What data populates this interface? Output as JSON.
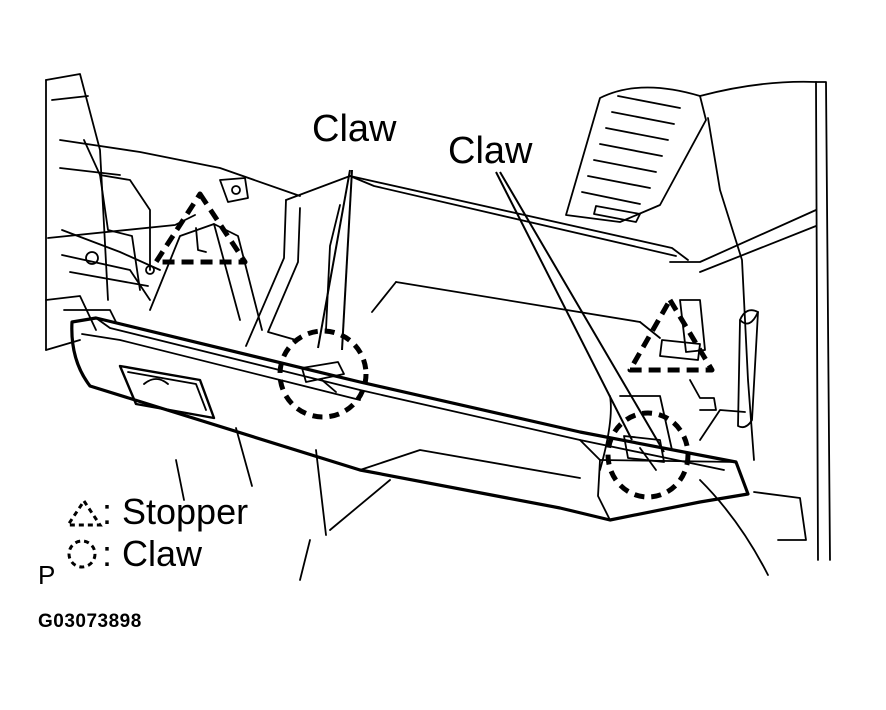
{
  "callouts": {
    "claw_left": "Claw",
    "claw_right": "Claw"
  },
  "legend": {
    "stopper_label": ": Stopper",
    "claw_label": ": Claw",
    "view_mark": "P"
  },
  "figure_code": "G03073898"
}
